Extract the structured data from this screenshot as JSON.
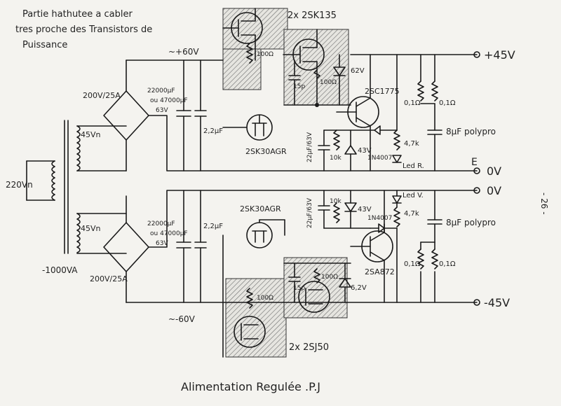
{
  "header_note": [
    "Partie hathutee a cabler",
    "tres proche des Transistors de",
    "Puissance"
  ],
  "title": "Alimentation Regulée .P.J",
  "page_number": "- 26 -",
  "rails": {
    "pos": "+45V",
    "zero1": "0V",
    "zero2": "0V",
    "neg": "-45V",
    "e_label": "E"
  },
  "supply": {
    "pos_raw": "~+60V",
    "neg_raw": "~-60V"
  },
  "transformer": {
    "primary": "220Vn",
    "sec_top": "45Vn",
    "sec_bot": "45Vn",
    "power": "-1000VA"
  },
  "bridges": {
    "top": "200V/25A",
    "bottom": "200V/25A"
  },
  "caps": {
    "big_top": [
      "22000µF",
      "ou 47000µF",
      "63V"
    ],
    "big_bot": [
      "22000µF",
      "ou 47000µF",
      "63V"
    ],
    "small_top": "2,2µF",
    "small_bot": "2,2µF",
    "p15_top": "15p",
    "p15_bot": "15p",
    "c22_top": "22µF/63V",
    "c22_bot": "22µF/63V",
    "poly_top": "8µF polypro",
    "poly_bot": "8µF polypro"
  },
  "transistors": {
    "q_top_pair": "2x 2SK135",
    "q_bot_pair": "2x 2SJ50",
    "q_top_drv": "2SC1775",
    "q_bot_drv": "2SA872",
    "fet_top": "2SK30AGR",
    "fet_bot": "2SK30AGR"
  },
  "resistors": {
    "r100_a": "100Ω",
    "r100_b": "100Ω",
    "r100_c": "100Ω",
    "r100_d": "100Ω",
    "r01_a": "0,1Ω",
    "r01_b": "0,1Ω",
    "r01_c": "0,1Ω",
    "r01_d": "0,1Ω",
    "r47_top": "4,7k",
    "r47_bot": "4,7k",
    "r10k_top": "10k",
    "r10k_bot": "10k",
    "z62": "62V",
    "z62_bot": "6,2V",
    "z43_top": "43V",
    "z43_bot": "43V",
    "d4007_top": "1N4007",
    "d4007_bot": "1N4007",
    "led_top": "Led R.",
    "led_bot": "Led V."
  }
}
